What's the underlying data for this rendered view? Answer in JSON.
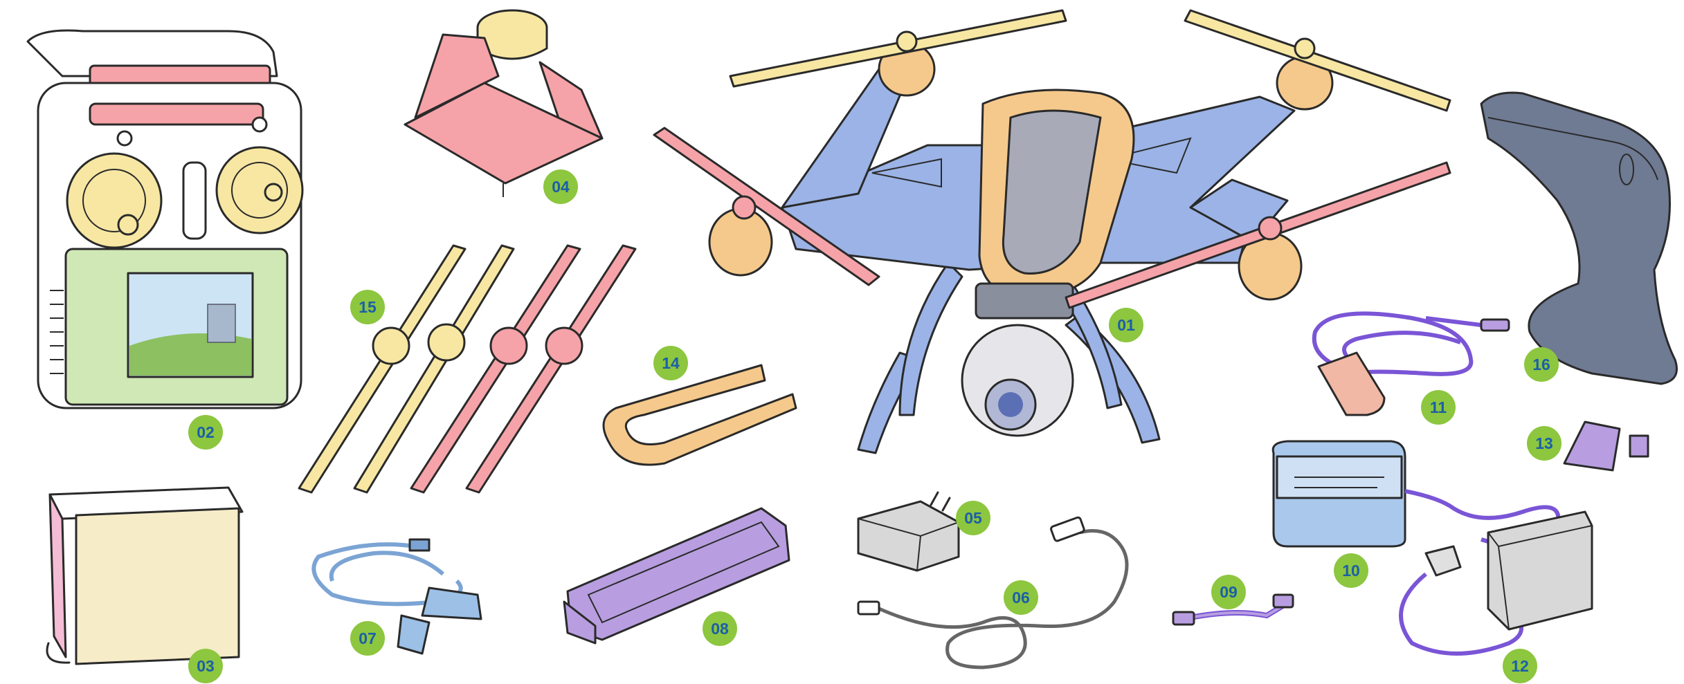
{
  "diagram": {
    "badge_style": {
      "fill": "#8dc63f",
      "text_color": "#1a5fa8"
    },
    "palette": {
      "yellow": "#f7e7a3",
      "pink": "#f5a3a8",
      "blue": "#9bb3e6",
      "orange": "#f5c98b",
      "green": "#cfe8b5",
      "purple": "#b89ee0",
      "cable_purple": "#7a55d6",
      "cable_blue": "#7ba4d4",
      "slate": "#6f7a93",
      "grey": "#d8d8d8",
      "light_blue": "#a9c8ec",
      "cream": "#f6ecc8"
    },
    "parts": [
      {
        "id": "drone",
        "icon": "quadcopter-drone",
        "label": "01"
      },
      {
        "id": "remote",
        "icon": "remote-controller",
        "label": "02"
      },
      {
        "id": "sunshade",
        "icon": "screen-sunshade",
        "label": "03"
      },
      {
        "id": "guard",
        "icon": "landing-guard",
        "label": "04"
      },
      {
        "id": "adapter",
        "icon": "power-adapter",
        "label": "05"
      },
      {
        "id": "cable06",
        "icon": "usb-cable",
        "label": "06"
      },
      {
        "id": "cable07",
        "icon": "usb-charging-cable",
        "label": "07"
      },
      {
        "id": "battery",
        "icon": "flight-battery",
        "label": "08"
      },
      {
        "id": "cable09",
        "icon": "balance-cable",
        "label": "09"
      },
      {
        "id": "charger",
        "icon": "battery-charger",
        "label": "10"
      },
      {
        "id": "carcharger",
        "icon": "car-charger",
        "label": "11"
      },
      {
        "id": "psu",
        "icon": "power-supply",
        "label": "12"
      },
      {
        "id": "sdcard",
        "icon": "micro-sd-card",
        "label": "13"
      },
      {
        "id": "tool",
        "icon": "propeller-tool",
        "label": "14"
      },
      {
        "id": "props",
        "icon": "propellers",
        "label": "15"
      },
      {
        "id": "handle",
        "icon": "steady-grip-handle",
        "label": "16"
      }
    ]
  }
}
